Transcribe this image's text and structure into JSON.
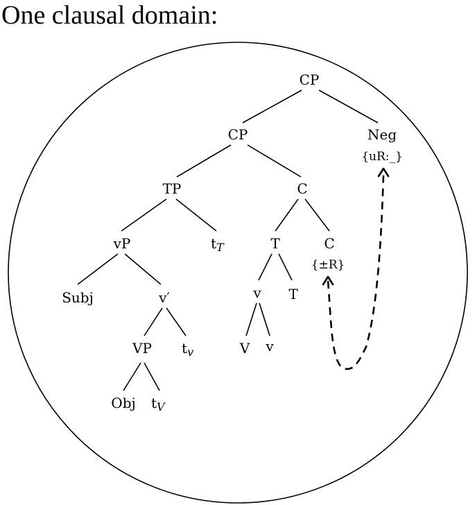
{
  "title": "One clausal domain:",
  "nodes": {
    "cp_top": "CP",
    "cp": "CP",
    "neg": "Neg",
    "neg_feat": "{uR:_}",
    "tp": "TP",
    "c_bar": "C",
    "vp_little": "vP",
    "t_T_main": "t",
    "t_T_sub": "T",
    "t_head": "T",
    "c_head": "C",
    "c_feat": "{±R}",
    "subj": "Subj",
    "v_bar": "v′",
    "v_in_t": "v",
    "t_in_t": "T",
    "vp_big": "VP",
    "t_v_main": "t",
    "t_v_sub": "v",
    "v_big_in_v": "V",
    "v_small_in_v": "v",
    "obj": "Obj",
    "t_V_main": "t",
    "t_V_sub": "V"
  }
}
